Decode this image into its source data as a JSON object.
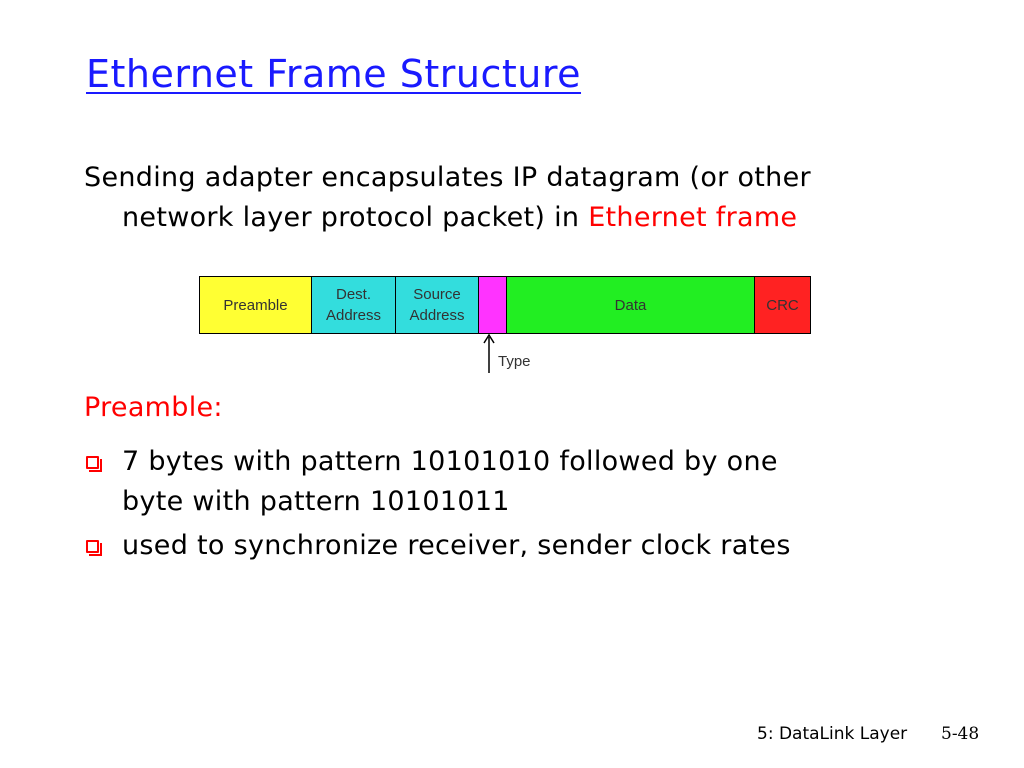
{
  "slide": {
    "title": "Ethernet Frame Structure",
    "intro_line1": "Sending adapter encapsulates IP datagram (or other",
    "intro_line2": "network layer protocol packet) in ",
    "intro_highlight": "Ethernet frame",
    "highlight_color": "#ff0000",
    "title_color": "#1a1aff"
  },
  "frame": {
    "fields": [
      {
        "label_line1": "Preamble",
        "label_line2": "",
        "color": "#ffff33"
      },
      {
        "label_line1": "Dest.",
        "label_line2": "Address",
        "color": "#33dddd"
      },
      {
        "label_line1": "Source",
        "label_line2": "Address",
        "color": "#33dddd"
      },
      {
        "label_line1": "",
        "label_line2": "",
        "color": "#ff33ff"
      },
      {
        "label_line1": "Data",
        "label_line2": "",
        "color": "#22ee22"
      },
      {
        "label_line1": "CRC",
        "label_line2": "",
        "color": "#ff2222"
      }
    ],
    "type_label": "Type"
  },
  "preamble": {
    "heading": "Preamble:",
    "bullets": [
      {
        "line1": "7 bytes with pattern 10101010 followed by one",
        "line2": "byte with pattern 10101011"
      },
      {
        "line1": "used to synchronize receiver, sender clock rates",
        "line2": ""
      }
    ]
  },
  "footer": {
    "chapter": "5: DataLink Layer",
    "page": "5-48"
  }
}
